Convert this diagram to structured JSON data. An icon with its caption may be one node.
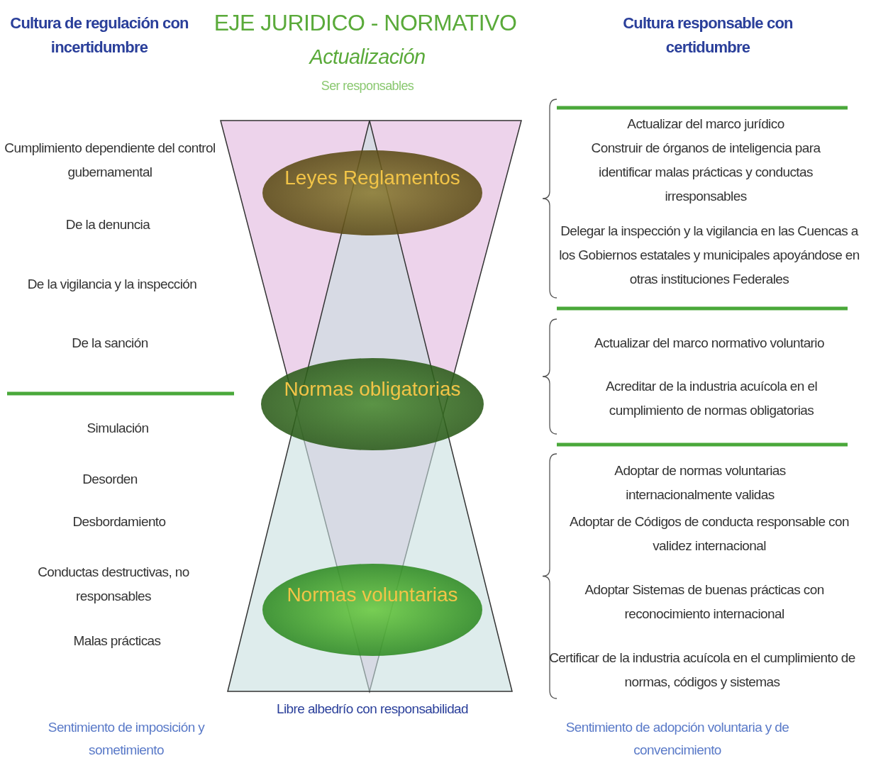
{
  "diagram": {
    "title": "EJE JURIDICO - NORMATIVO",
    "nodes": [
      {
        "text": [
          "Leyes Reglamentos"
        ]
      },
      {
        "text": [
          "Normas obligatorias"
        ]
      },
      {
        "text": [
          "Normas voluntarias"
        ]
      }
    ],
    "edges": [],
    "labels": [
      "Cultura de regulación con incertidumbre",
      "Actualización",
      "Ser responsables",
      "Cultura responsable con certidumbre",
      "Actualizar del marco jurídico",
      "Construir de órganos de inteligencia para identificar malas prácticas y conductas irresponsables",
      "Cumplimiento dependiente del control gubernamental",
      "De la denuncia",
      "Delegar la inspección y la vigilancia en las Cuencas a los Gobiernos estatales y municipales apoyándose en otras instituciones Federales",
      "De la vigilancia y la inspección",
      "De la sanción",
      "Actualizar del marco normativo voluntario",
      "Acreditar de la industria acuícola en el cumplimiento de normas obligatorias",
      "Simulación",
      "Adoptar de normas voluntarias internacionalmente validas",
      "Desorden",
      "Desbordamiento",
      "Adoptar de Códigos de conducta responsable con validez internacional",
      "Conductas destructivas, no responsables",
      "Adoptar Sistemas de buenas prácticas con reconocimiento internacional",
      "Malas prácticas",
      "Certificar de la industria acuícola en el cumplimiento de normas, códigos y sistemas",
      "Libre albedrío con responsabilidad",
      "Sentimiento de imposición y sometimiento",
      "Sentimiento de adopción voluntaria y de convencimiento"
    ]
  }
}
